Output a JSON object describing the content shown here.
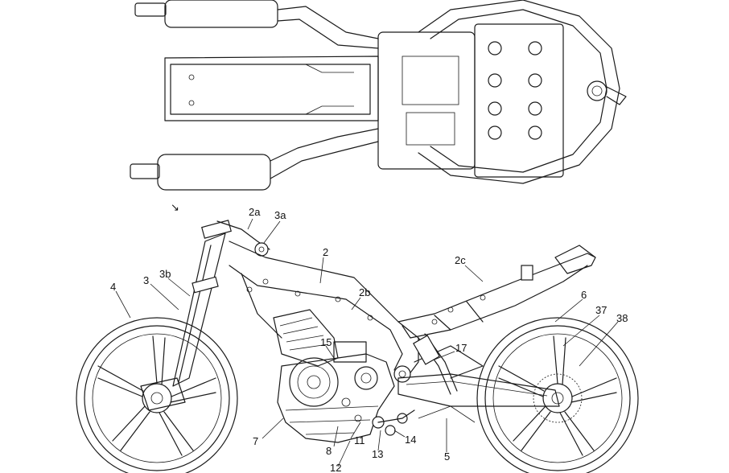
{
  "figure": {
    "callouts": [
      "2a",
      "3a",
      "2",
      "3b",
      "3",
      "4",
      "2b",
      "2c",
      "6",
      "37",
      "38",
      "15",
      "17",
      "7",
      "8",
      "11",
      "13",
      "14",
      "5",
      "12"
    ]
  }
}
